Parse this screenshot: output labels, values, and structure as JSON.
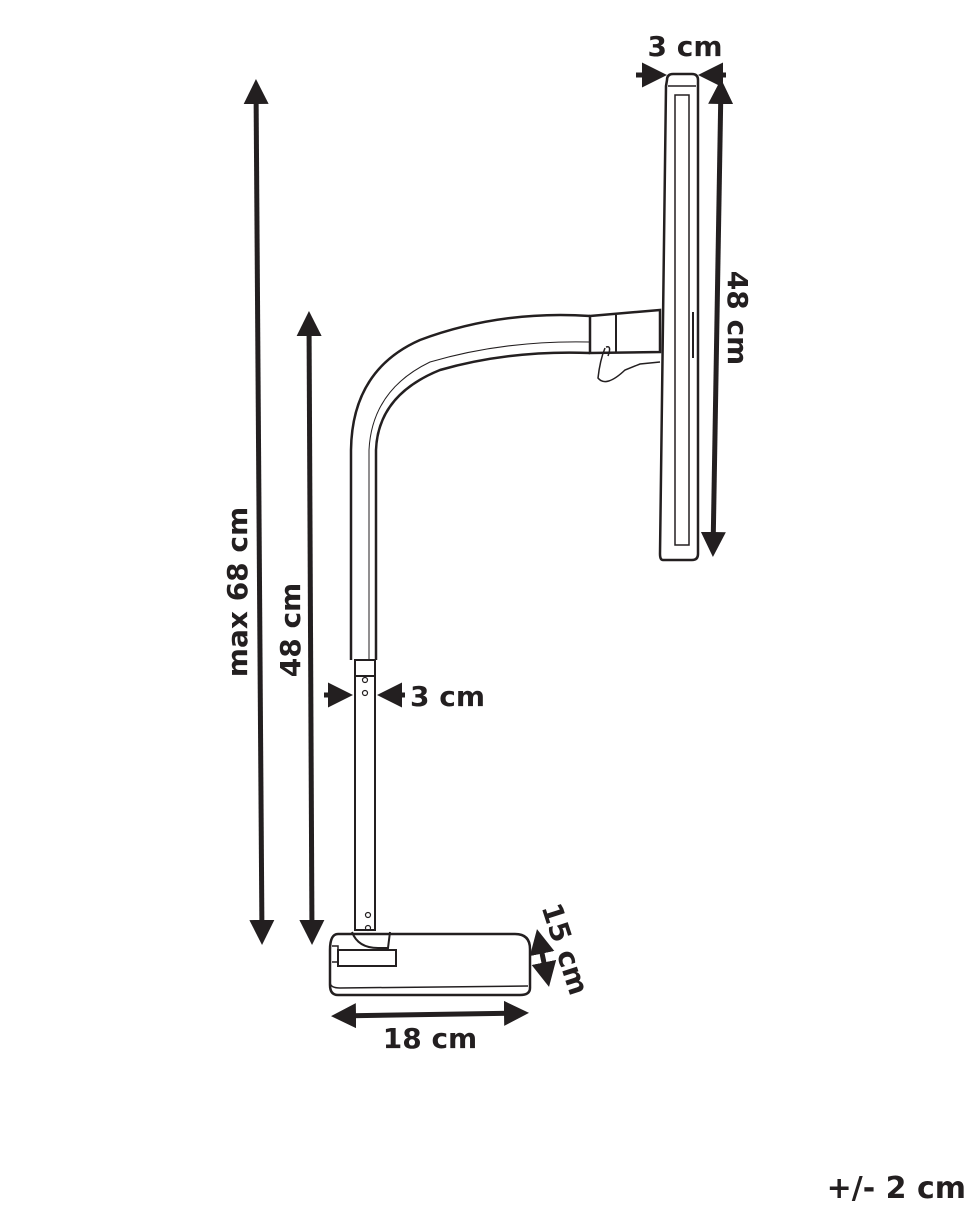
{
  "diagram": {
    "subject": "LED desk lamp dimension drawing",
    "colors": {
      "ink": "#231f20",
      "background": "#ffffff"
    },
    "dimensions": {
      "head_width": "3 cm",
      "head_length": "48 cm",
      "total_height": "max 68 cm",
      "neck_height": "48 cm",
      "pole_width": "3 cm",
      "base_depth": "15 cm",
      "base_width": "18 cm"
    },
    "tolerance": "+/- 2 cm"
  }
}
